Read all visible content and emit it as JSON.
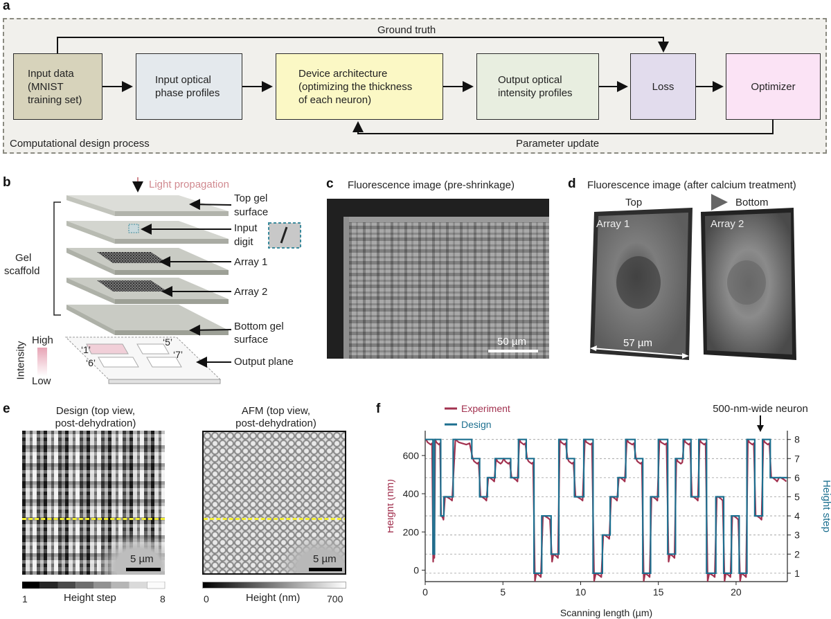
{
  "panel_a": {
    "letter": "a",
    "ground_truth": "Ground truth",
    "parameter_update": "Parameter update",
    "process_label": "Computational design process",
    "boxes": {
      "input_data": "Input data\n(MNIST\ntraining set)",
      "input_phase": "Input optical\nphase profiles",
      "device_arch": "Device architecture\n(optimizing the thickness\nof each neuron)",
      "output_intensity": "Output optical\nintensity profiles",
      "loss": "Loss",
      "optimizer": "Optimizer"
    },
    "colors": {
      "input_data": "#d7d3bb",
      "input_phase": "#e4e9ed",
      "device_arch": "#fbf8c5",
      "output_intensity": "#e8eee0",
      "loss": "#e2dced",
      "optimizer": "#fbe3f5"
    }
  },
  "panel_b": {
    "letter": "b",
    "light": "Light propagation",
    "top_gel": "Top gel",
    "surface1": "surface",
    "input": "Input",
    "digit": "digit",
    "array1": "Array 1",
    "array2": "Array 2",
    "bottom_gel": "Bottom gel",
    "surface2": "surface",
    "output_plane": "Output plane",
    "gel": "Gel",
    "scaffold": "scaffold",
    "intensity": "Intensity",
    "high": "High",
    "low": "Low",
    "d1": "‘1’",
    "d5": "‘5’",
    "d6": "‘6’",
    "d7": "‘7’"
  },
  "panel_c": {
    "letter": "c",
    "title": "Fluorescence image (pre-shrinkage)",
    "scale": "50 µm"
  },
  "panel_d": {
    "letter": "d",
    "title": "Fluorescence image (after calcium treatment)",
    "top": "Top",
    "bottom": "Bottom",
    "array1": "Array 1",
    "array2": "Array 2",
    "scale": "57 µm"
  },
  "panel_e": {
    "letter": "e",
    "design_title": "Design (top view,\npost-dehydration)",
    "afm_title": "AFM (top view,\npost-dehydration)",
    "scale": "5 µm",
    "cb1_min": "1",
    "cb1_label": "Height step",
    "cb1_max": "8",
    "cb2_min": "0",
    "cb2_label": "Height (nm)",
    "cb2_max": "700"
  },
  "chart_data": {
    "type": "line",
    "letter": "f",
    "annotation": "500-nm-wide neuron",
    "xlabel": "Scanning length (µm)",
    "ylabel": "Height (nm)",
    "y2label": "Height step",
    "xlim": [
      0,
      23.3
    ],
    "ylim": [
      -60,
      730
    ],
    "y2lim": [
      0.56,
      8.46
    ],
    "xticks": [
      "0",
      "5",
      "10",
      "15",
      "20"
    ],
    "xtick_values": [
      0,
      5,
      10,
      15,
      20
    ],
    "yticks": [
      "0",
      "200",
      "400",
      "600"
    ],
    "ytick_values": [
      0,
      200,
      400,
      600
    ],
    "y2ticks": [
      "1",
      "2",
      "3",
      "4",
      "5",
      "6",
      "7",
      "8"
    ],
    "y2tick_values": [
      1,
      2,
      3,
      4,
      5,
      6,
      7,
      8
    ],
    "grid": "dashed horizontal at each height step",
    "series": [
      {
        "name": "Design",
        "color": "#1c6f8f",
        "step_x": [
          0,
          0.5,
          0.6,
          1.0,
          1.2,
          1.8,
          3.0,
          3.5,
          4.0,
          4.5,
          5.0,
          5.5,
          6.0,
          6.5,
          7.0,
          7.5,
          8.1,
          8.6,
          9.1,
          9.6,
          10.2,
          10.8,
          11.4,
          11.9,
          12.4,
          12.9,
          13.5,
          14.0,
          14.5,
          15.0,
          15.6,
          16.1,
          16.6,
          17.1,
          17.6,
          18.1,
          18.7,
          19.2,
          19.7,
          20.2,
          20.7,
          21.2,
          21.7,
          22.2,
          22.7,
          23.3
        ],
        "steps": [
          8,
          2,
          8,
          4,
          5,
          8,
          7,
          5,
          6,
          7,
          7,
          6,
          8,
          7,
          1,
          4,
          2,
          8,
          7,
          5,
          8,
          1,
          3,
          5,
          6,
          8,
          7,
          1,
          5,
          8,
          2,
          7,
          8,
          5,
          8,
          1,
          5,
          1,
          4,
          1,
          8,
          4,
          8,
          6,
          6
        ]
      },
      {
        "name": "Experiment",
        "color": "#a2314f"
      }
    ]
  }
}
